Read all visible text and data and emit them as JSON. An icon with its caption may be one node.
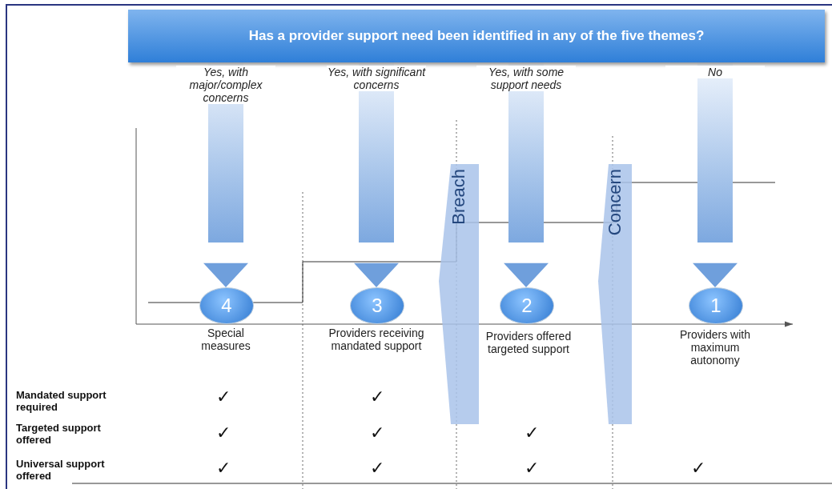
{
  "diagram": {
    "nodes": [
      {
        "text": [
          "Has a provider support need been identified in any of the five themes?"
        ]
      },
      {
        "text": [
          "4"
        ],
        "beside": [
          "Special measures"
        ]
      },
      {
        "text": [
          "3"
        ],
        "beside": [
          "Providers receiving mandated support"
        ]
      },
      {
        "text": [
          "Breach"
        ]
      },
      {
        "text": [
          "2"
        ],
        "beside": [
          "Providers offered targeted support"
        ]
      },
      {
        "text": [
          "Concern"
        ]
      },
      {
        "text": [
          "1"
        ],
        "beside": [
          "Providers with maximum autonomy"
        ]
      }
    ],
    "edges": [
      {
        "from": 0,
        "to": 1,
        "arrow": "to",
        "label": "Yes, with major/complex concerns"
      },
      {
        "from": 0,
        "to": 2,
        "arrow": "to",
        "label": "Yes, with significant concerns"
      },
      {
        "from": 0,
        "to": 4,
        "arrow": "to",
        "label": "Yes, with some support needs"
      },
      {
        "from": 0,
        "to": 6,
        "arrow": "to",
        "label": "No"
      }
    ],
    "labels": [
      "Mandated support required",
      "✓",
      "✓",
      "Targeted support offered",
      "✓",
      "✓",
      "✓",
      "Universal support offered",
      "✓",
      "✓",
      "✓",
      "✓"
    ]
  }
}
